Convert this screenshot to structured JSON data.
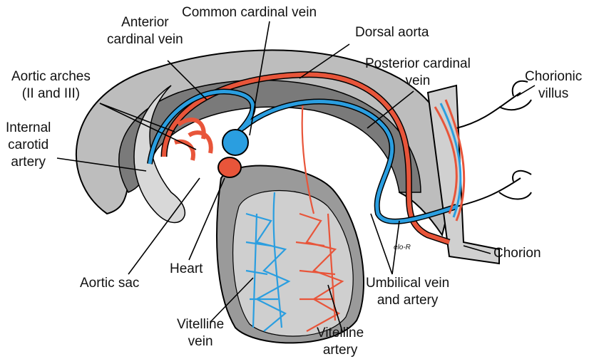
{
  "labels": {
    "common_cardinal_vein": "Common cardinal vein",
    "anterior_cardinal_vein": [
      "Anterior",
      "cardinal vein"
    ],
    "dorsal_aorta": "Dorsal aorta",
    "posterior_cardinal_vein": [
      "Posterior cardinal",
      "vein"
    ],
    "chorionic_villus": [
      "Chorionic",
      "villus"
    ],
    "aortic_arches": [
      "Aortic arches",
      "(II and III)"
    ],
    "internal_carotid_artery": [
      "Internal",
      "carotid",
      "artery"
    ],
    "aortic_sac": "Aortic sac",
    "heart": "Heart",
    "vitelline_vein": [
      "Vitelline",
      "vein"
    ],
    "vitelline_artery": [
      "Vitelline",
      "artery"
    ],
    "umbilical_vein_artery": [
      "Umbilical vein",
      "and artery"
    ],
    "chorion": "Chorion"
  },
  "signature": "elo-R",
  "colors": {
    "artery": "#e8553a",
    "vein": "#2a9ee0",
    "tissue_dark": "#6d6d6d",
    "tissue_mid": "#a9a9a9",
    "tissue_light": "#d6d6d6"
  }
}
